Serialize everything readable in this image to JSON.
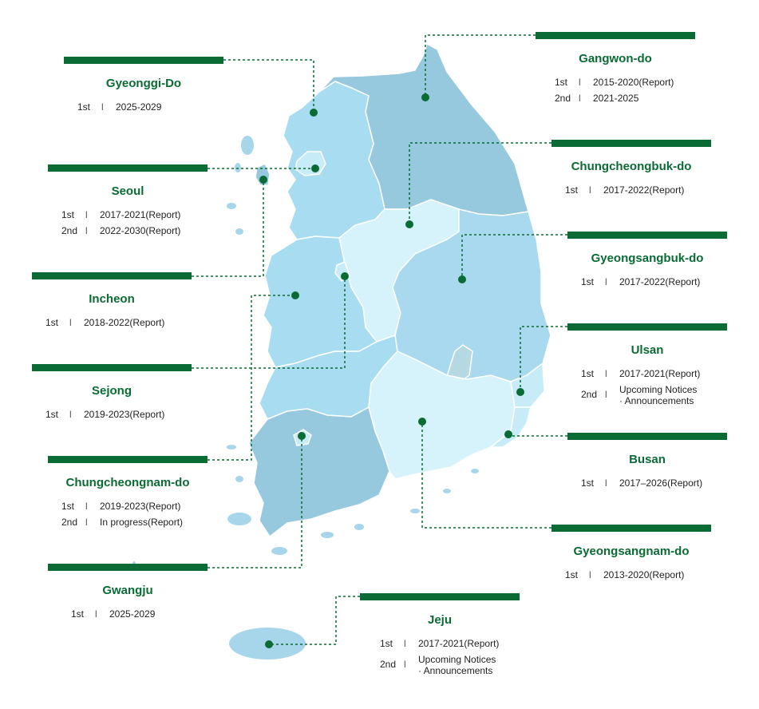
{
  "colors": {
    "accent": "#0a6b34",
    "sea_island": "#a7d6ea",
    "region_dark": "#96c8de",
    "region_mid": "#a8d9ee",
    "region_light": "#d6f3fb"
  },
  "regions": [
    {
      "name": "Gyeonggi-Do",
      "rows": [
        {
          "ord": "1st",
          "sep": "l",
          "val": "2025-2029"
        }
      ]
    },
    {
      "name": "Seoul",
      "rows": [
        {
          "ord": "1st",
          "sep": "l",
          "val": "2017-2021(Report)"
        },
        {
          "ord": "2nd",
          "sep": "l",
          "val": "2022-2030(Report)"
        }
      ]
    },
    {
      "name": "Incheon",
      "rows": [
        {
          "ord": "1st",
          "sep": "l",
          "val": "2018-2022(Report)"
        }
      ]
    },
    {
      "name": "Sejong",
      "rows": [
        {
          "ord": "1st",
          "sep": "l",
          "val": "2019-2023(Report)"
        }
      ]
    },
    {
      "name": "Chungcheongnam-do",
      "rows": [
        {
          "ord": "1st",
          "sep": "l",
          "val": "2019-2023(Report)"
        },
        {
          "ord": "2nd",
          "sep": "l",
          "val": "In progress(Report)"
        }
      ]
    },
    {
      "name": "Gwangju",
      "rows": [
        {
          "ord": "1st",
          "sep": "l",
          "val": "2025-2029"
        }
      ]
    },
    {
      "name": "Gangwon-do",
      "rows": [
        {
          "ord": "1st",
          "sep": "l",
          "val": "2015-2020(Report)"
        },
        {
          "ord": "2nd",
          "sep": "l",
          "val": "2021-2025"
        }
      ]
    },
    {
      "name": "Chungcheongbuk-do",
      "rows": [
        {
          "ord": "1st",
          "sep": "l",
          "val": "2017-2022(Report)"
        }
      ]
    },
    {
      "name": "Gyeongsangbuk-do",
      "rows": [
        {
          "ord": "1st",
          "sep": "l",
          "val": "2017-2022(Report)"
        }
      ]
    },
    {
      "name": "Ulsan",
      "rows": [
        {
          "ord": "1st",
          "sep": "l",
          "val": "2017-2021(Report)"
        },
        {
          "ord": "2nd",
          "sep": "l",
          "val": "Upcoming Notices\n· Announcements"
        }
      ]
    },
    {
      "name": "Busan",
      "rows": [
        {
          "ord": "1st",
          "sep": "l",
          "val": "2017–2026(Report)"
        }
      ]
    },
    {
      "name": "Gyeongsangnam-do",
      "rows": [
        {
          "ord": "1st",
          "sep": "l",
          "val": "2013-2020(Report)"
        }
      ]
    },
    {
      "name": "Jeju",
      "rows": [
        {
          "ord": "1st",
          "sep": "l",
          "val": "2017-2021(Report)"
        },
        {
          "ord": "2nd",
          "sep": "l",
          "val": "Upcoming Notices\n· Announcements"
        }
      ]
    }
  ]
}
